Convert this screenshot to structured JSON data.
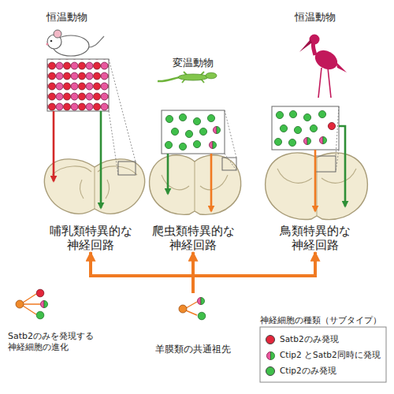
{
  "diagram": {
    "nodes": [
      {
        "text": [
          "哺乳類特異的な 神経回路"
        ]
      },
      {
        "text": [
          "爬虫類特異的な 神経回路"
        ]
      },
      {
        "text": [
          "鳥類特異的な 神経回路"
        ]
      },
      {
        "text": [
          "羊膜類の共通祖先"
        ]
      }
    ],
    "edges": [
      {
        "from": 3,
        "to": 0,
        "arrow": "to"
      },
      {
        "from": 3,
        "to": 1,
        "arrow": "to"
      },
      {
        "from": 3,
        "to": 2,
        "arrow": "to"
      }
    ],
    "labels": [
      "恒温動物",
      "変温動物",
      "恒温動物",
      "Satb2のみを発現する 神経細胞の進化",
      "神経細胞の種類（サブタイプ）"
    ],
    "legend": [
      {
        "text": "Satb2のみ発現",
        "color": "#e3263b"
      },
      {
        "text": "Ctip2 とSatb2同時に発現"
      },
      {
        "text": "Ctip2のみ発現",
        "color": "#3fbf4a"
      }
    ]
  }
}
